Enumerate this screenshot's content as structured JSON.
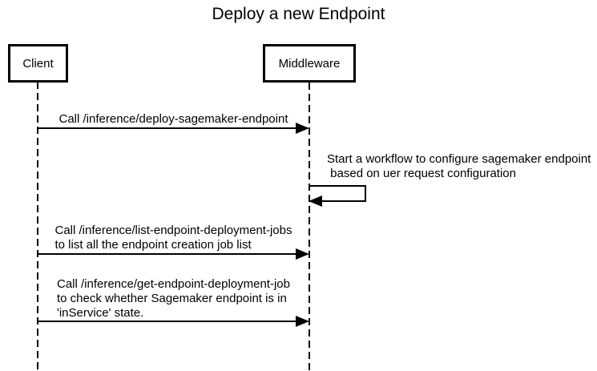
{
  "title": "Deploy a new Endpoint",
  "actors": {
    "client": {
      "label": "Client"
    },
    "middleware": {
      "label": "Middleware"
    }
  },
  "messages": {
    "deploy_endpoint": {
      "from": "Client",
      "to": "Middleware",
      "arrow": "solid-filled-right",
      "text": "Call /inference/deploy-sagemaker-endpoint"
    },
    "start_workflow": {
      "from": "Middleware",
      "to": "Middleware",
      "arrow": "self-loop",
      "text": "Start a workflow to configure sagemaker endpoint\n based on uer request configuration"
    },
    "list_jobs": {
      "from": "Client",
      "to": "Middleware",
      "arrow": "solid-filled-right",
      "text": "Call /inference/list-endpoint-deployment-jobs\nto list all the endpoint creation job list"
    },
    "get_job": {
      "from": "Client",
      "to": "Middleware",
      "arrow": "solid-filled-right",
      "text": "Call /inference/get-endpoint-deployment-job\nto check whether Sagemaker endpoint is in\n'inService' state."
    }
  },
  "colors": {
    "line": "#000000",
    "background": "#ffffff"
  }
}
